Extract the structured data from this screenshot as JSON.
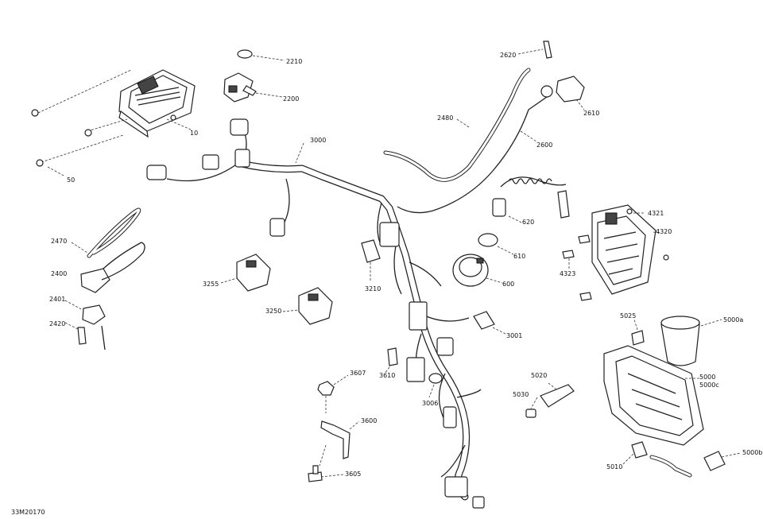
{
  "figure_ref": "33M20170",
  "labels": {
    "p10": "10",
    "p50": "50",
    "p2210": "2210",
    "p2200": "2200",
    "p2620": "2620",
    "p2610": "2610",
    "p2480": "2480",
    "p2600": "2600",
    "p3000": "3000",
    "p4321": "4321",
    "p4320": "4320",
    "p4323": "4323",
    "p620": "620",
    "p610": "610",
    "p600": "600",
    "p2470": "2470",
    "p2400": "2400",
    "p2401": "2401",
    "p2420": "2420",
    "p3255": "3255",
    "p3250": "3250",
    "p3210": "3210",
    "p3001": "3001",
    "p3610": "3610",
    "p3607": "3607",
    "p3006": "3006",
    "p3600": "3600",
    "p3605": "3605",
    "p5025": "5025",
    "p5000a": "5000a",
    "p5000": "5000",
    "p5000c": "5000c",
    "p5020": "5020",
    "p5030": "5030",
    "p5010": "5010",
    "p5000b": "5000b"
  }
}
